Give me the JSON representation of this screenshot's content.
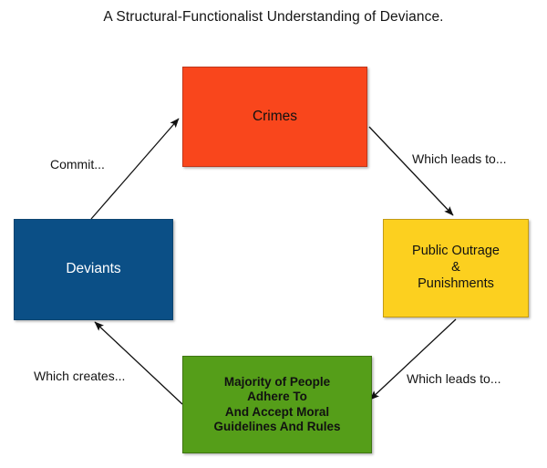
{
  "diagram": {
    "title": "A Structural-Functionalist Understanding of Deviance.",
    "type": "cycle-flowchart",
    "background_color": "#ffffff",
    "nodes": [
      {
        "id": "crimes",
        "label": "Crimes",
        "fill_color": "#f9461c",
        "text_color": "#111111",
        "position": "top"
      },
      {
        "id": "outrage",
        "label": "Public Outrage\n&\nPunishments",
        "fill_color": "#fcd01f",
        "text_color": "#111111",
        "position": "right"
      },
      {
        "id": "majority",
        "label": "Majority of People\nAdhere To\nAnd Accept Moral\nGuidelines And Rules",
        "fill_color": "#559e19",
        "text_color": "#111111",
        "position": "bottom"
      },
      {
        "id": "deviants",
        "label": "Deviants",
        "fill_color": "#0b4f86",
        "text_color": "#ffffff",
        "position": "left"
      }
    ],
    "edges": [
      {
        "id": "deviants-to-crimes",
        "label": "Commit...",
        "from": "deviants",
        "to": "crimes"
      },
      {
        "id": "crimes-to-outrage",
        "label": "Which leads to...",
        "from": "crimes",
        "to": "outrage"
      },
      {
        "id": "outrage-to-majority",
        "label": "Which leads to...",
        "from": "outrage",
        "to": "majority"
      },
      {
        "id": "majority-to-deviants",
        "label": "Which creates...",
        "from": "majority",
        "to": "deviants"
      }
    ]
  }
}
